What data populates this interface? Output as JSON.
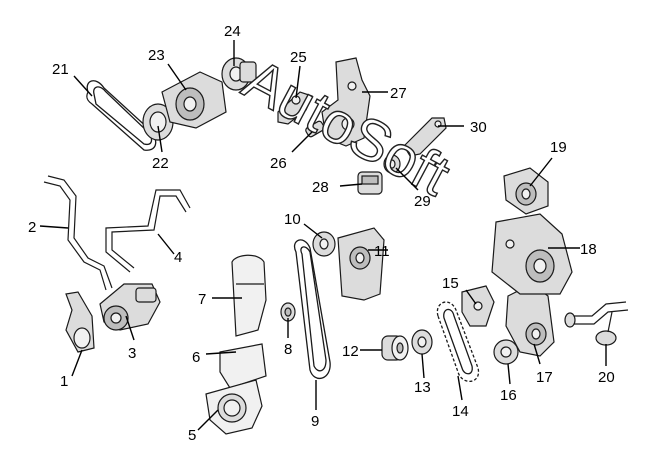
{
  "watermark": "AutoSoft",
  "callouts": [
    {
      "id": "1",
      "label": "1"
    },
    {
      "id": "2",
      "label": "2"
    },
    {
      "id": "3",
      "label": "3"
    },
    {
      "id": "4",
      "label": "4"
    },
    {
      "id": "5",
      "label": "5"
    },
    {
      "id": "6",
      "label": "6"
    },
    {
      "id": "7",
      "label": "7"
    },
    {
      "id": "8",
      "label": "8"
    },
    {
      "id": "9",
      "label": "9"
    },
    {
      "id": "10",
      "label": "10"
    },
    {
      "id": "11",
      "label": "11"
    },
    {
      "id": "12",
      "label": "12"
    },
    {
      "id": "13",
      "label": "13"
    },
    {
      "id": "14",
      "label": "14"
    },
    {
      "id": "15",
      "label": "15"
    },
    {
      "id": "16",
      "label": "16"
    },
    {
      "id": "17",
      "label": "17"
    },
    {
      "id": "18",
      "label": "18"
    },
    {
      "id": "19",
      "label": "19"
    },
    {
      "id": "20",
      "label": "20"
    },
    {
      "id": "21",
      "label": "21"
    },
    {
      "id": "22",
      "label": "22"
    },
    {
      "id": "23",
      "label": "23"
    },
    {
      "id": "24",
      "label": "24"
    },
    {
      "id": "25",
      "label": "25"
    },
    {
      "id": "26",
      "label": "26"
    },
    {
      "id": "27",
      "label": "27"
    },
    {
      "id": "28",
      "label": "28"
    },
    {
      "id": "29",
      "label": "29"
    },
    {
      "id": "30",
      "label": "30"
    }
  ]
}
